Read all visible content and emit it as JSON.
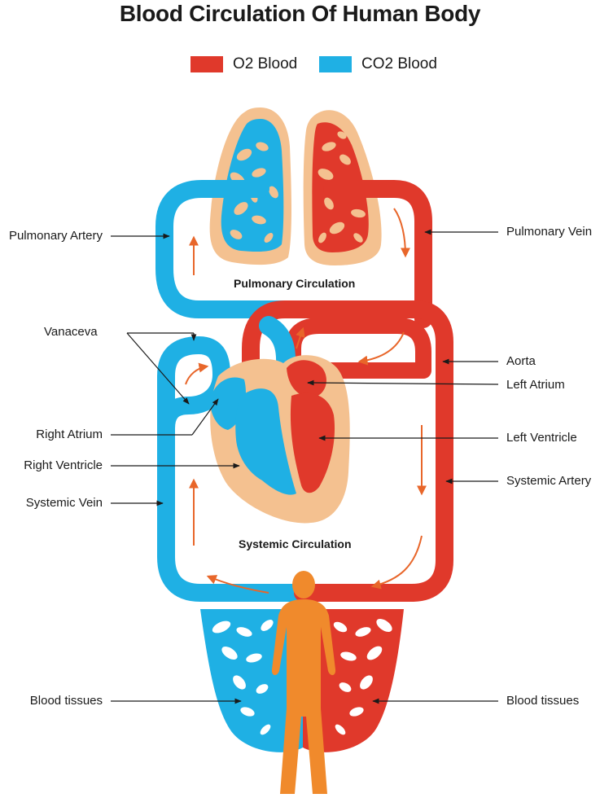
{
  "title": "Blood Circulation Of Human Body",
  "legend": [
    {
      "label": "O2 Blood",
      "color": "#e0392b"
    },
    {
      "label": "CO2 Blood",
      "color": "#1fb0e4"
    }
  ],
  "colors": {
    "oxygenated": "#e0392b",
    "deoxygenated": "#1fb0e4",
    "tissue": "#f4c190",
    "body": "#f08a2c",
    "arrow": "#e8662a"
  },
  "regions": {
    "pulmonary": "Pulmonary Circulation",
    "systemic": "Systemic Circulation"
  },
  "labels": {
    "pulmonary_artery": "Pulmonary Artery",
    "pulmonary_vein": "Pulmonary Vein",
    "vanaceva": "Vanaceva",
    "aorta": "Aorta",
    "left_atrium": "Left Atrium",
    "right_atrium": "Right Atrium",
    "left_ventricle": "Left Ventricle",
    "right_ventricle": "Right Ventricle",
    "systemic_artery": "Systemic Artery",
    "systemic_vein": "Systemic Vein",
    "blood_tissues_left": "Blood tissues",
    "blood_tissues_right": "Blood tissues"
  }
}
